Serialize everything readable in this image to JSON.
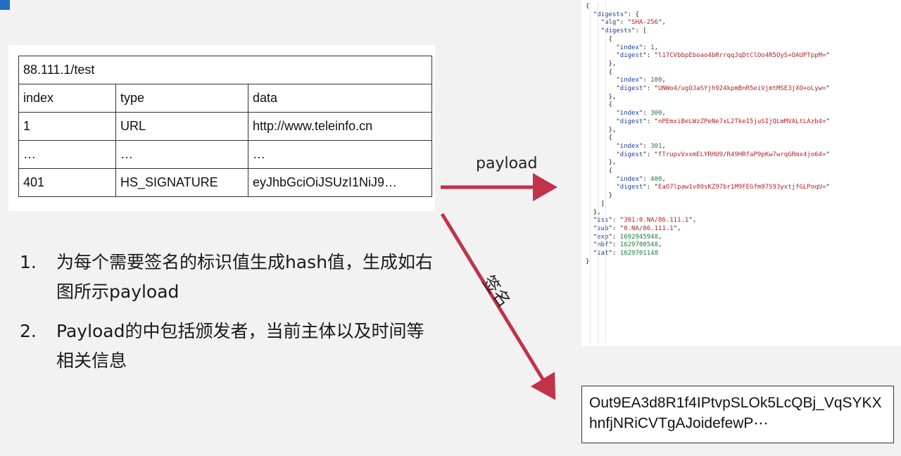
{
  "table": {
    "title": "88.111.1/test",
    "headers": [
      "index",
      "type",
      "data"
    ],
    "rows": [
      [
        "1",
        "URL",
        "http://www.teleinfo.cn"
      ],
      [
        "…",
        "…",
        "…"
      ],
      [
        "401",
        "HS_SIGNATURE",
        "eyJhbGciOiJSUzI1NiJ9…"
      ]
    ]
  },
  "steps": [
    {
      "num": "1.",
      "text": "为每个需要签名的标识值生成hash值，生成如右图所示payload"
    },
    {
      "num": "2.",
      "text": "Payload的中包括颁发者，当前主体以及时间等相关信息"
    }
  ],
  "arrows": {
    "payload_label": "payload",
    "sign_label": "签名",
    "color": "#c0334a"
  },
  "json": {
    "digests_key": "digests",
    "alg_key": "alg",
    "alg": "SHA-256",
    "items": [
      {
        "index": "1",
        "digest": "l17CVbbpEboao4bRrrqqJqDtClOo4R5OyS+OAUPTppM="
      },
      {
        "index": "100",
        "digest": "UNWo4/ugOJaSYjh924kpmBnR5eiVjmtMSE3jXO+oLyw="
      },
      {
        "index": "300",
        "digest": "nPEmxiBeLWzZPeNe7xL2TkeI5juSIjQLmMVALtLAzb4="
      },
      {
        "index": "301",
        "digest": "fTrupvVxxmELYRHU9/R49HRfaP9pKw7wrqGRmx4jo64="
      },
      {
        "index": "400",
        "digest": "EaO7lpaw1v80sKZ97br1M9FEGfm97S93yxtjfGLPoqU="
      }
    ],
    "iss": "301:0.NA/86.111.1",
    "sub": "0.NA/86.111.1",
    "exp": "1692945948",
    "nbf": "1629700548",
    "iat": "1629701148"
  },
  "signature": "Out9EA3d8R1f4IPtvpSLOk5LcQBj_VqSYKXhnfjNRiCVTgAJoidefewP⋯"
}
